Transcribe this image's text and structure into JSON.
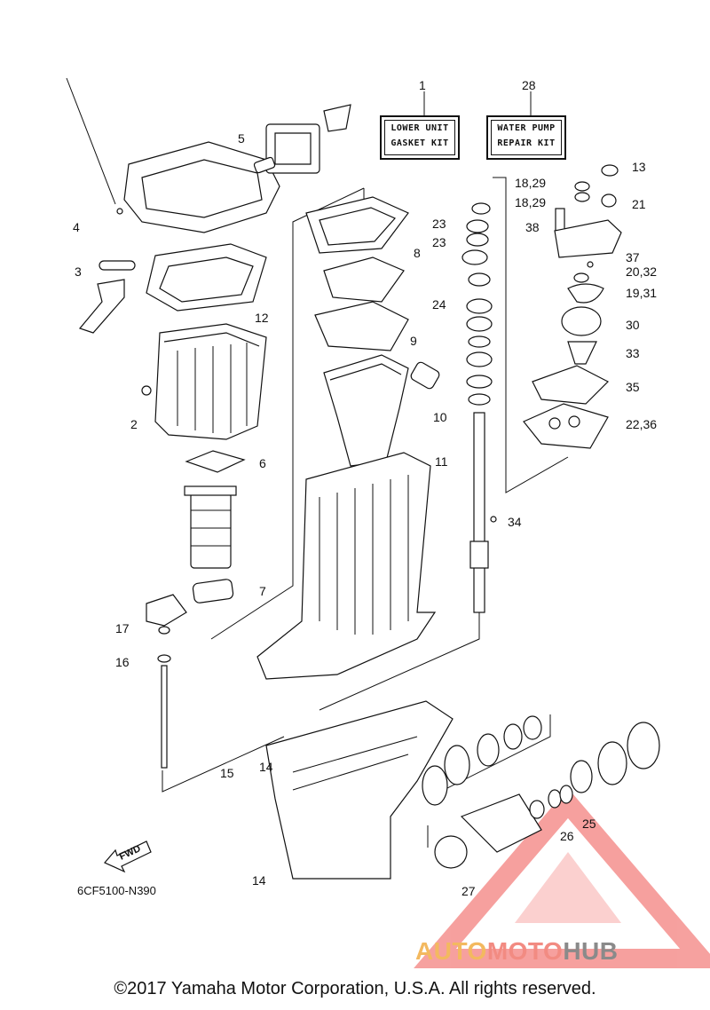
{
  "kits": [
    {
      "number": "1",
      "lines": [
        "LOWER UNIT",
        "GASKET KIT"
      ]
    },
    {
      "number": "28",
      "lines": [
        "WATER PUMP",
        "REPAIR KIT"
      ]
    }
  ],
  "callouts": [
    "1",
    "28",
    "13",
    "18,29",
    "18,29",
    "21",
    "38",
    "5",
    "4",
    "3",
    "23",
    "23",
    "8",
    "37",
    "20,32",
    "19,31",
    "24",
    "12",
    "30",
    "9",
    "33",
    "2",
    "35",
    "10",
    "22,36",
    "6",
    "11",
    "34",
    "7",
    "17",
    "16",
    "15",
    "14",
    "14",
    "26",
    "25",
    "27"
  ],
  "fwd_label": "FWD",
  "diagram_code": "6CF5100-N390",
  "copyright": "©2017 Yamaha Motor Corporation, U.S.A. All rights reserved.",
  "watermark": {
    "part1": "AUTO",
    "part2": "MOTO",
    "part3": "HUB"
  }
}
